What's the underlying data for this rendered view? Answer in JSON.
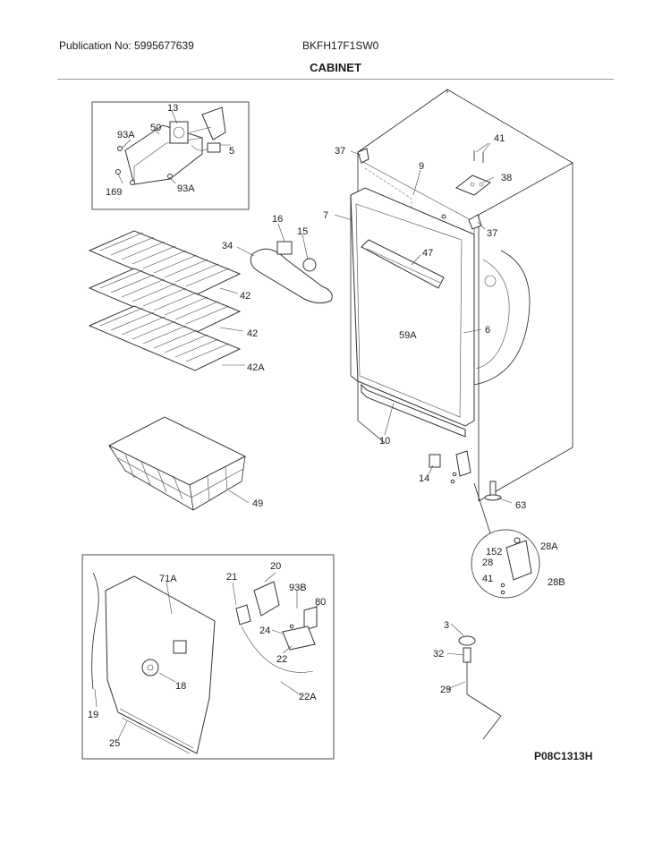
{
  "header": {
    "publication": "Publication No: 5995677639",
    "model": "BKFH17F1SW0",
    "section": "CABINET"
  },
  "drawing_code": "P08C1313H",
  "callouts": {
    "c13": "13",
    "c50": "50",
    "c93a_1": "93A",
    "c5": "5",
    "c169": "169",
    "c93a_2": "93A",
    "c37_1": "37",
    "c9": "9",
    "c41_1": "41",
    "c38": "38",
    "c7": "7",
    "c37_2": "37",
    "c16": "16",
    "c15": "15",
    "c34": "34",
    "c47": "47",
    "c42_1": "42",
    "c42_2": "42",
    "c42a": "42A",
    "c59a": "59A",
    "c6": "6",
    "c10": "10",
    "c14": "14",
    "c49": "49",
    "c63": "63",
    "c152": "152",
    "c28a": "28A",
    "c28": "28",
    "c41_2": "41",
    "c28b": "28B",
    "c71a": "71A",
    "c21": "21",
    "c20": "20",
    "c93b": "93B",
    "c80": "80",
    "c24": "24",
    "c22": "22",
    "c18": "18",
    "c22a": "22A",
    "c19": "19",
    "c25": "25",
    "c3": "3",
    "c32": "32",
    "c29": "29"
  }
}
